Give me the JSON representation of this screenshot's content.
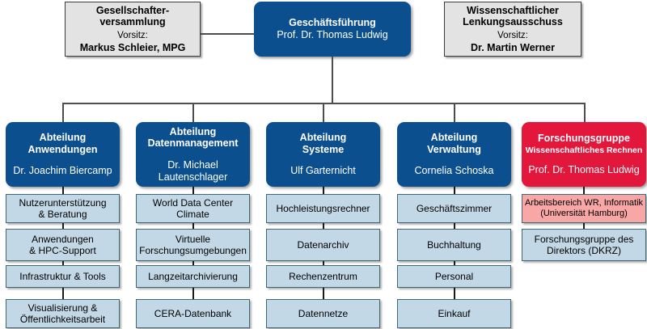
{
  "colors": {
    "dark_blue": "#0b4f8f",
    "red": "#e3173c",
    "light_blue": "#c3d8e6",
    "pink": "#f9a6a6",
    "grey": "#e3e3e3",
    "line": "#4d4d4d"
  },
  "top": {
    "shareholders": {
      "title_line1": "Gesellschafter-",
      "title_line2": "versammlung",
      "role_label": "Vorsitz:",
      "person": "Markus Schleier, MPG"
    },
    "management": {
      "title": "Geschäftsführung",
      "person": "Prof. Dr. Thomas Ludwig"
    },
    "steering": {
      "title_line1": "Wissenschaftlicher",
      "title_line2": "Lenkungsausschuss",
      "role_label": "Vorsitz:",
      "person": "Dr. Martin Werner"
    }
  },
  "columns": [
    {
      "header": {
        "kind": "department",
        "title_line1": "Abteilung",
        "title_line2": "Anwendungen",
        "person": "Dr. Joachim Biercamp"
      },
      "children": [
        {
          "line1": "Nutzerunterstützung",
          "line2": "& Beratung",
          "kind": "light"
        },
        {
          "line1": "Anwendungen",
          "line2": "& HPC-Support",
          "kind": "light"
        },
        {
          "line1": "Infrastruktur & Tools",
          "line2": "",
          "kind": "light"
        },
        {
          "line1": "Visualisierung &",
          "line2": "Öffentlichkeitsarbeit",
          "kind": "light"
        }
      ]
    },
    {
      "header": {
        "kind": "department",
        "title_line1": "Abteilung",
        "title_line2": "Datenmanagement",
        "person": "Dr. Michael Lautenschlager"
      },
      "children": [
        {
          "line1": "World Data Center Climate",
          "line2": "",
          "kind": "light"
        },
        {
          "line1": "Virtuelle",
          "line2": "Forschungsumgebungen",
          "kind": "light"
        },
        {
          "line1": "Langzeitarchivierung",
          "line2": "",
          "kind": "light"
        },
        {
          "line1": "CERA-Datenbank",
          "line2": "",
          "kind": "light"
        }
      ]
    },
    {
      "header": {
        "kind": "department",
        "title_line1": "Abteilung",
        "title_line2": "Systeme",
        "person": "Ulf Garternicht"
      },
      "children": [
        {
          "line1": "Hochleistungsrechner",
          "line2": "",
          "kind": "light"
        },
        {
          "line1": "Datenarchiv",
          "line2": "",
          "kind": "light"
        },
        {
          "line1": "Rechenzentrum",
          "line2": "",
          "kind": "light"
        },
        {
          "line1": "Datennetze",
          "line2": "",
          "kind": "light"
        }
      ]
    },
    {
      "header": {
        "kind": "department",
        "title_line1": "Abteilung",
        "title_line2": "Verwaltung",
        "person": "Cornelia Schoska"
      },
      "children": [
        {
          "line1": "Geschäftszimmer",
          "line2": "",
          "kind": "light"
        },
        {
          "line1": "Buchhaltung",
          "line2": "",
          "kind": "light"
        },
        {
          "line1": "Personal",
          "line2": "",
          "kind": "light"
        },
        {
          "line1": "Einkauf",
          "line2": "",
          "kind": "light"
        }
      ]
    },
    {
      "header": {
        "kind": "research-group",
        "title_line1": "Forschungsgruppe",
        "title_line2": "Wissenschaftliches Rechnen",
        "person": "Prof. Dr. Thomas Ludwig"
      },
      "children": [
        {
          "line1": "Arbeitsbereich WR, Informatik",
          "line2": "(Universität Hamburg)",
          "kind": "pink"
        },
        {
          "line1": "Forschungsgruppe des",
          "line2": "Direktors (DKRZ)",
          "kind": "light"
        }
      ]
    }
  ]
}
